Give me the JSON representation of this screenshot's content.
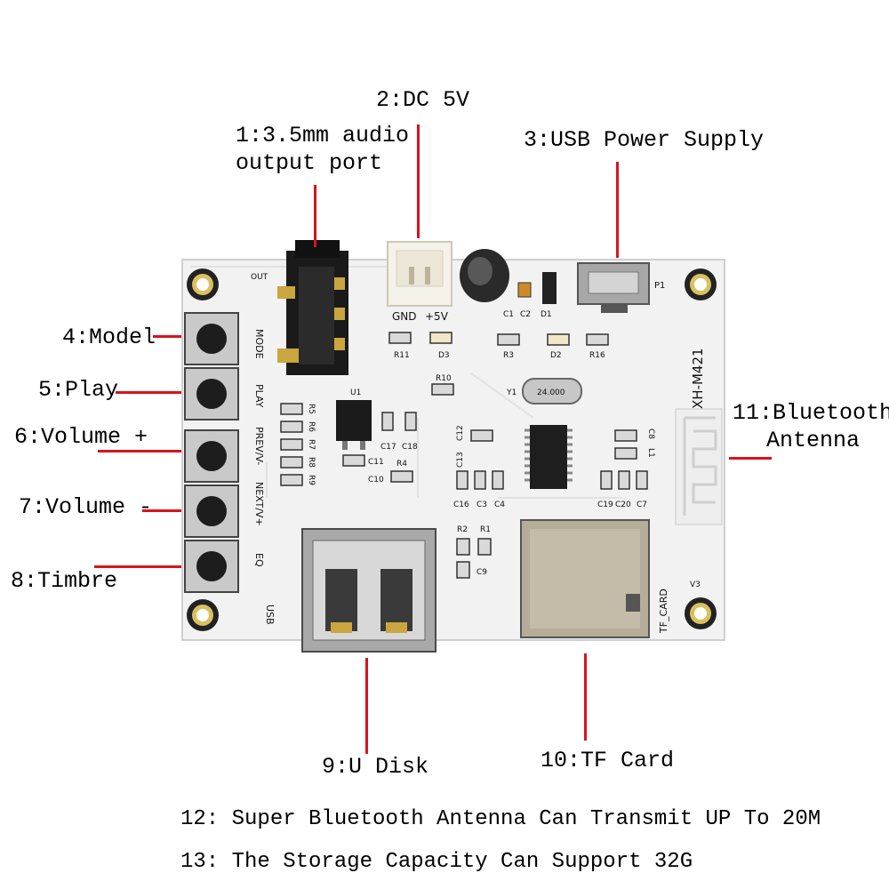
{
  "callouts": {
    "c1_line1": "1:3.5mm audio",
    "c1_line2": "output port",
    "c2": "2:DC 5V",
    "c3": "3:USB Power Supply",
    "c4": "4:Model",
    "c5": "5:Play",
    "c6": "6:Volume +",
    "c7": "7:Volume -",
    "c8": "8:Timbre",
    "c9": "9:U Disk",
    "c10": "10:TF Card",
    "c11_line1": "11:Bluetooth",
    "c11_line2": "Antenna"
  },
  "notes": {
    "n12": "12: Super Bluetooth Antenna Can Transmit UP To 20M",
    "n13": "13: The Storage Capacity Can Support 32G"
  },
  "silkscreen": {
    "out": "OUT",
    "gnd": "GND",
    "plus5v": "+5V",
    "p1": "P1",
    "model_name": "XH-M421",
    "mode": "MODE",
    "play": "PLAY",
    "prev": "PREV/V-",
    "next": "NEXT/V+",
    "eq": "EQ",
    "usb": "USB",
    "tf_card": "TF_CARD",
    "v3": "V3",
    "u1": "U1",
    "y1": "Y1",
    "crystal": "24.000",
    "c1": "C1",
    "c2": "C2",
    "d1": "D1",
    "r11": "R11",
    "d3": "D3",
    "r3": "R3",
    "d2": "D2",
    "r16": "R16",
    "r10": "R10",
    "r5": "R5",
    "r6": "R6",
    "r7": "R7",
    "r8": "R8",
    "r9": "R9",
    "c17": "C17",
    "c18": "C18",
    "c11": "C11",
    "r4": "R4",
    "c10": "C10",
    "c12": "C12",
    "c13": "C13",
    "c16": "C16",
    "c3": "C3",
    "c4": "C4",
    "c8": "C8",
    "l1": "L1",
    "c19": "C19",
    "c20": "C20",
    "c7": "C7",
    "r2": "R2",
    "r1": "R1",
    "c9": "C9"
  },
  "colors": {
    "leader": "#d7141a",
    "board": "#f4f4f4",
    "button_cap": "#1d1d1d",
    "connector_metal": "#9a9a9a"
  }
}
